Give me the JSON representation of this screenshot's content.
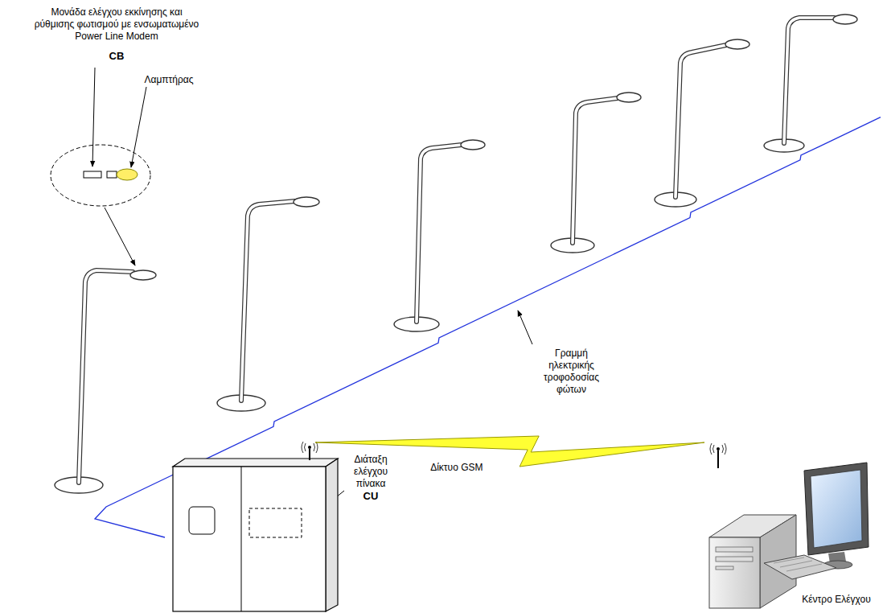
{
  "diagram": {
    "nodes": [
      {
        "text": [
          "Διάταξη ελέγχου πίνακα",
          "CU"
        ]
      },
      {
        "text": [
          "Κέντρο Ελέγχου"
        ]
      }
    ],
    "edges": [
      {
        "from": 0,
        "to": 1,
        "label": "Δίκτυο GSM",
        "arrow": "none"
      }
    ],
    "labels": [
      "Μονάδα ελέγχου εκκίνησης και ρύθμισης φωτισμού με ενσωματωμένο Power Line Modem",
      "CB",
      "Λαμπτήρας",
      "Γραμμή ηλεκτρικής τροφοδοσίας φώτων"
    ]
  }
}
